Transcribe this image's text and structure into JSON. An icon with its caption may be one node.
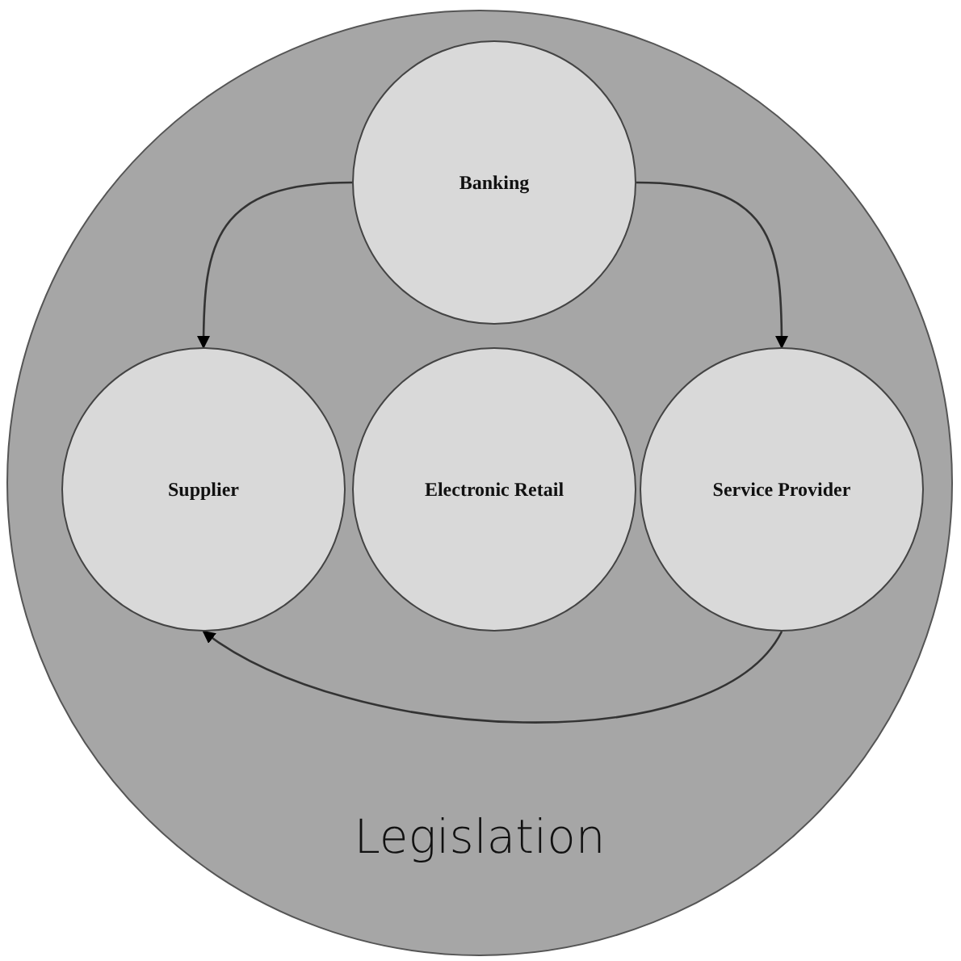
{
  "diagram": {
    "nodes": [
      {
        "text": [
          "Legislation"
        ]
      },
      {
        "text": [
          "Banking"
        ],
        "in": 0
      },
      {
        "text": [
          "Supplier"
        ],
        "in": 0
      },
      {
        "text": [
          "Electronic Retail"
        ],
        "in": 0
      },
      {
        "text": [
          "Service Provider"
        ],
        "in": 0
      }
    ],
    "edges": [
      {
        "from": 1,
        "to": 2,
        "arrow": "to"
      },
      {
        "from": 1,
        "to": 4,
        "arrow": "to"
      },
      {
        "from": 4,
        "to": 2,
        "arrow": "to"
      }
    ]
  }
}
